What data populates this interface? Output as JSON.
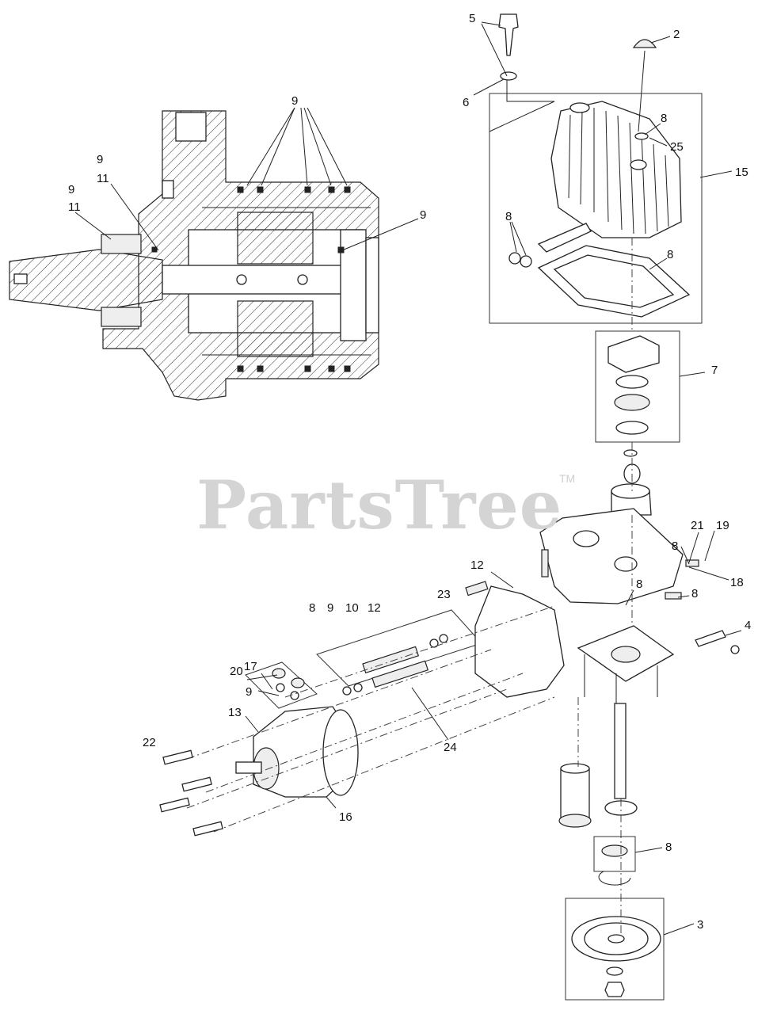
{
  "watermark": {
    "text": "PartsTree",
    "tm": "TM"
  },
  "callouts": {
    "c5": "5",
    "c2": "2",
    "c6": "6",
    "c8a": "8",
    "c25": "25",
    "c15": "15",
    "c8b": "8",
    "c8c": "8",
    "c9a": "9",
    "c9b": "9",
    "c11b": "11",
    "c9c": "9",
    "c11c": "11",
    "c9d": "9",
    "c7": "7",
    "c21": "21",
    "c19": "19",
    "c8d": "8",
    "c18": "18",
    "c12a": "12",
    "c8e": "8",
    "c9e": "9",
    "c10": "10",
    "c12b": "12",
    "c23": "23",
    "c8f": "8",
    "c8g": "8",
    "c4": "4",
    "c17": "17",
    "c20": "20",
    "c9f": "9",
    "c13": "13",
    "c22": "22",
    "c24": "24",
    "c16": "16",
    "c8h": "8",
    "c3": "3"
  }
}
